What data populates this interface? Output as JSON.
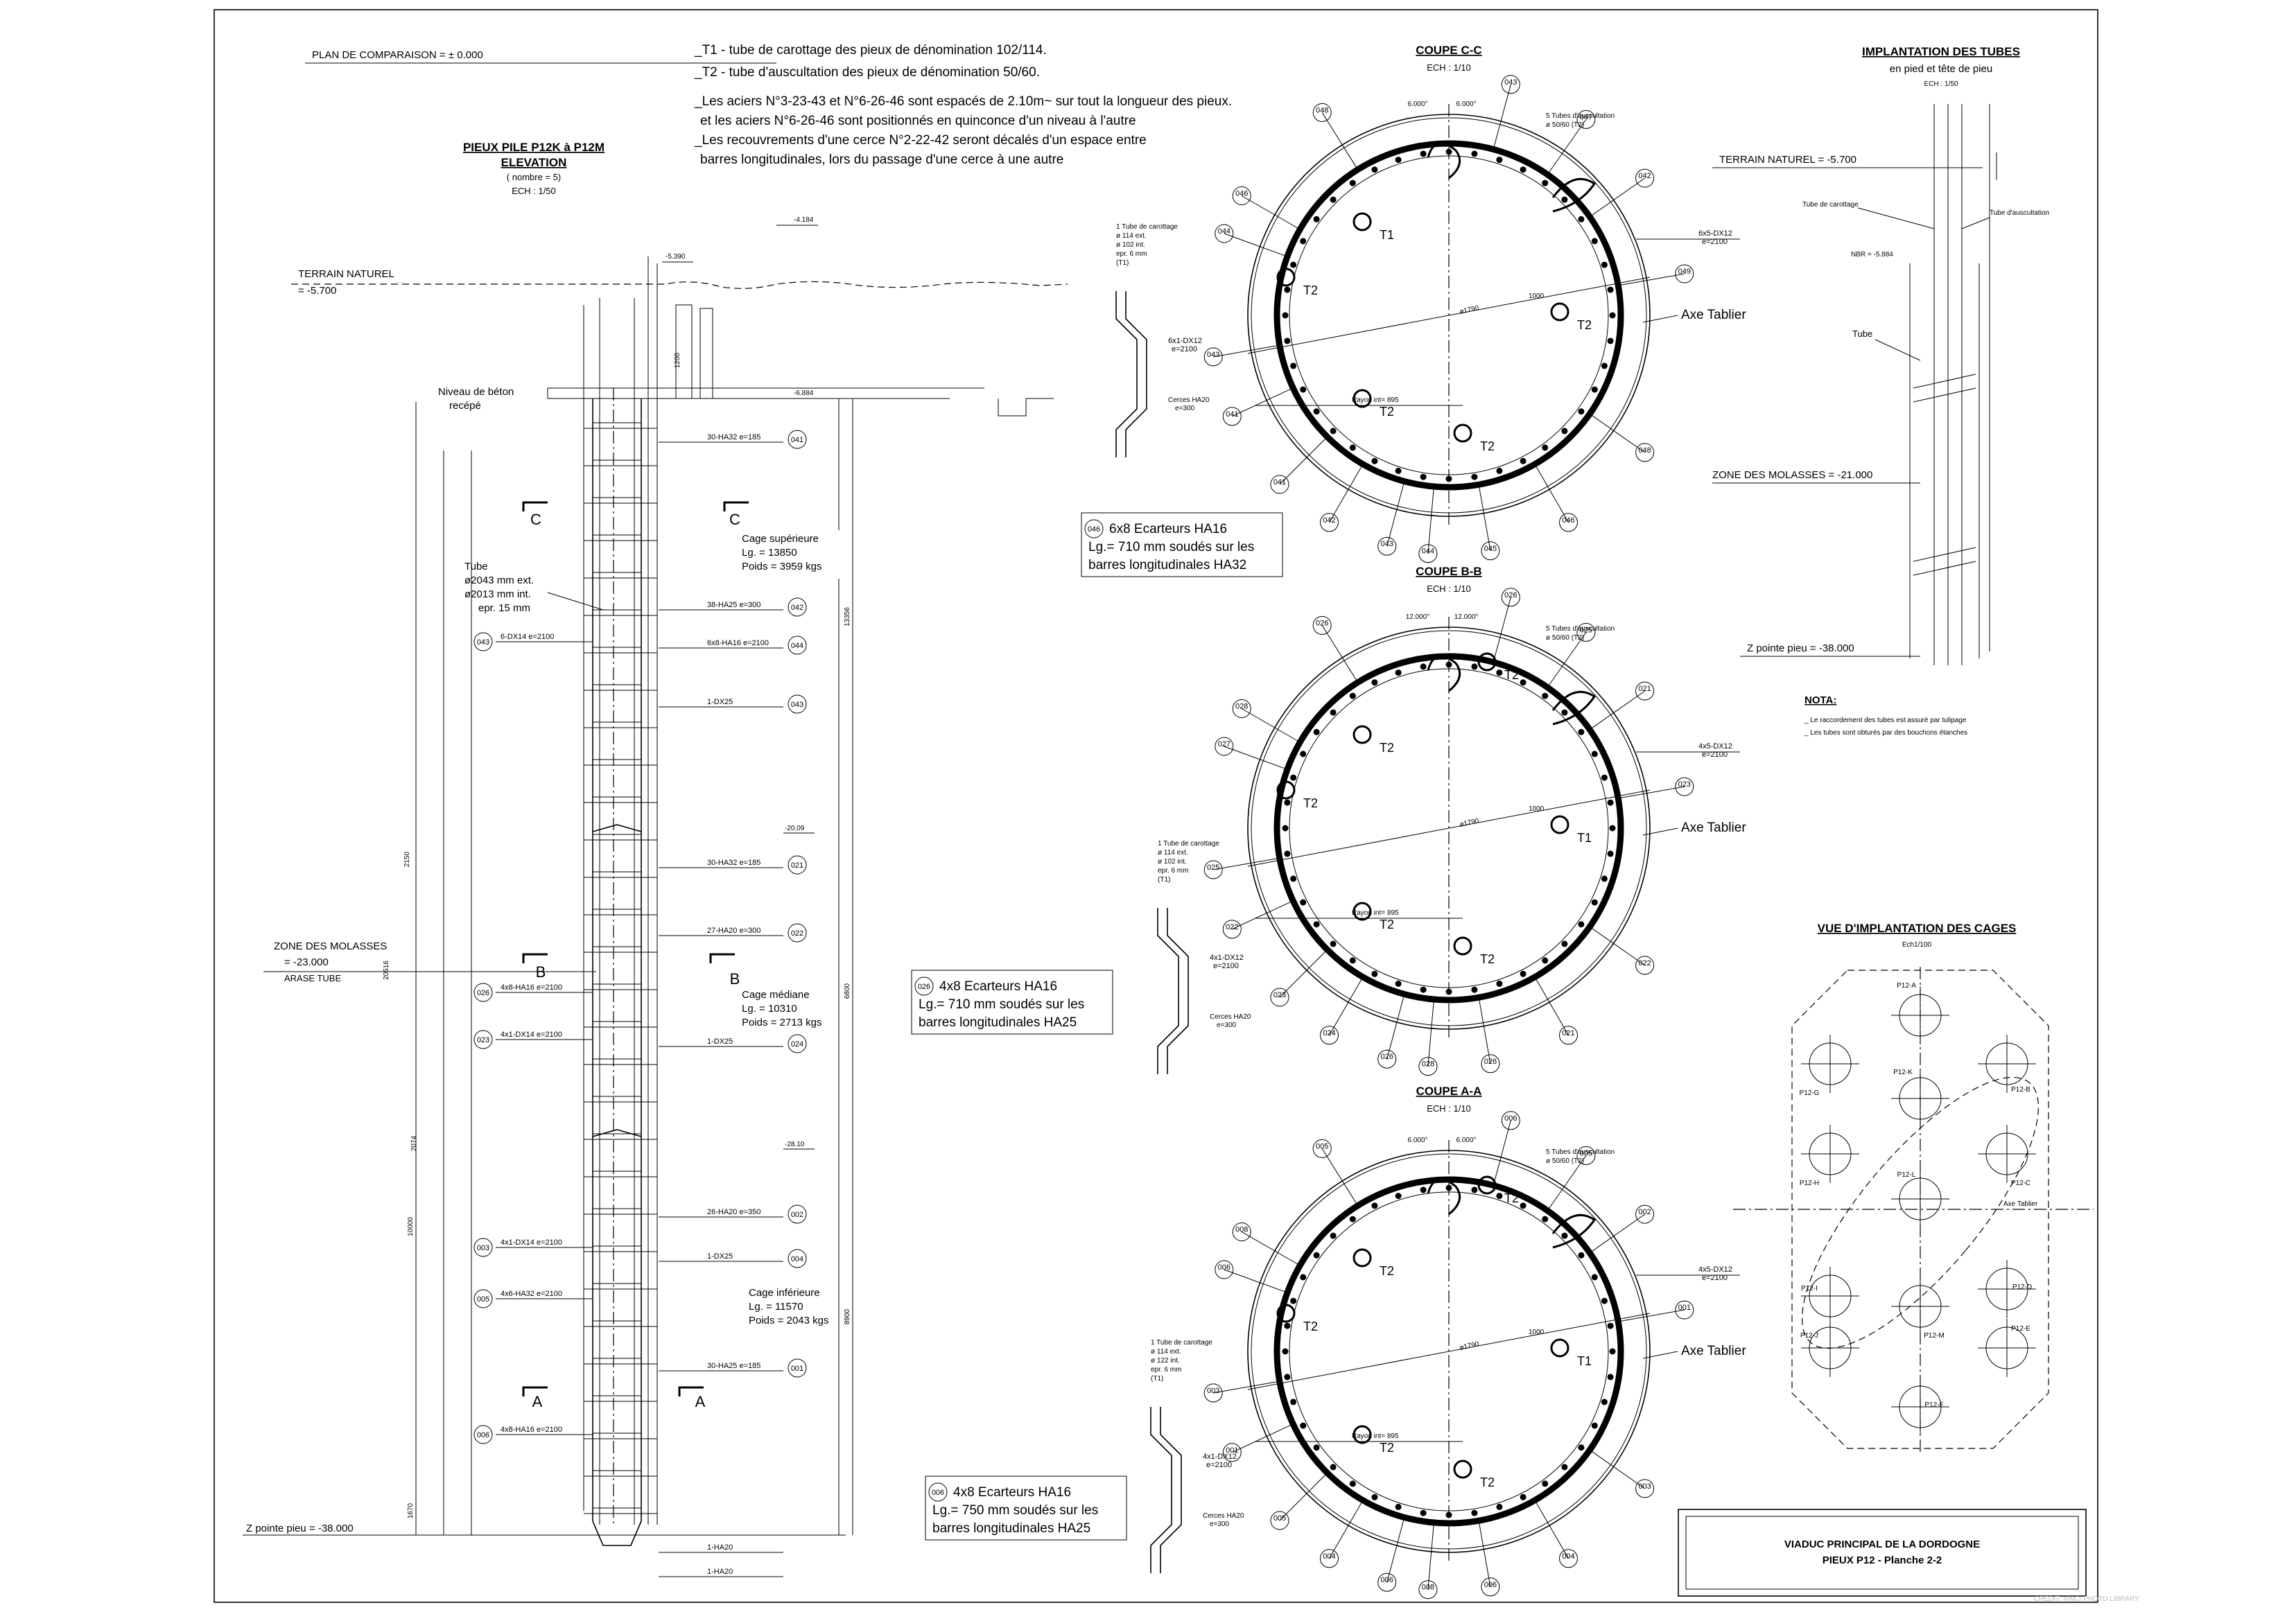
{
  "header": {
    "plan_comparaison": "PLAN DE COMPARAISON = ± 0.000",
    "title": "PIEUX PILE P12K à P12M",
    "subtitle": "ELEVATION",
    "count": "( nombre = 5)",
    "scale": "ECH : 1/50"
  },
  "notes": [
    "_T1 - tube de carottage des pieux de dénomination 102/114.",
    "_T2 - tube d'auscultation des pieux de dénomination 50/60.",
    "_Les aciers N°3-23-43 et N°6-26-46 sont espacés de 2.10m~ sur tout la longueur des pieux.",
    "et les aciers N°6-26-46 sont positionnés en quinconce d'un niveau à l'autre",
    "_Les recouvrements d'une cerce N°2-22-42 seront décalés d'un espace entre",
    "barres longitudinales, lors du passage d'une cerce à une autre"
  ],
  "elevation": {
    "terrain": [
      "TERRAIN NATUREL",
      "= -5.700"
    ],
    "molasses": [
      "ZONE DES MOLASSES",
      "= -23.000",
      "ARASE TUBE"
    ],
    "z_pointe": "Z pointe pieu = -38.000",
    "niveau_beton": [
      "Niveau de béton",
      "recépé"
    ],
    "tube": [
      "Tube",
      "ø2043 mm ext.",
      "ø2013 mm int.",
      "epr. 15 mm"
    ],
    "cage_sup": [
      "Cage supérieure",
      "Lg. = 13850",
      "Poids = 3959 kgs"
    ],
    "cage_med": [
      "Cage médiane",
      "Lg. = 10310",
      "Poids = 2713 kgs"
    ],
    "cage_inf": [
      "Cage inférieure",
      "Lg. = 11570",
      "Poids = 2043 kgs"
    ],
    "section_marks": [
      "C",
      "B",
      "A"
    ],
    "levels": [
      "-4.184",
      "-5.390",
      "-6.884",
      "-20.09",
      "-28.10"
    ],
    "right_labels": [
      "30-HA32 e=185",
      "38-HA25 e=300",
      "6x8-HA16 e=2100",
      "1-DX25",
      "30-HA32 e=185",
      "27-HA20 e=300",
      "1-DX25",
      "26-HA20 e=350",
      "1-DX25",
      "30-HA25 e=185",
      "1-HA20",
      "1-HA20"
    ],
    "right_refs": [
      "041",
      "042",
      "044",
      "043",
      "021",
      "022",
      "024",
      "002",
      "004",
      "001",
      "",
      ""
    ],
    "left_labels": [
      "6-DX14 e=2100",
      "4x8-HA16 e=2100",
      "4x1-DX14 e=2100",
      "4x1-DX14 e=2100",
      "4x6-HA32 e=2100",
      "4x8-HA16 e=2100"
    ],
    "left_refs": [
      "043",
      "026",
      "023",
      "003",
      "005",
      "006"
    ],
    "dims": [
      "13356",
      "1200",
      "2150",
      "20516",
      "10000",
      "1670",
      "8900",
      "2074",
      "6800"
    ]
  },
  "coupes": [
    {
      "title": "COUPE C-C",
      "scale": "ECH : 1/10",
      "legend": [
        "6x8 Ecarteurs HA16",
        "Lg.= 710 mm soudés sur les",
        "barres longitudinales HA32"
      ],
      "legend_ref": "046",
      "axe": "Axe Tablier",
      "tube_lbl": [
        "T1",
        "T2",
        "T2",
        "T2",
        "T2"
      ],
      "angles": [
        "6.000°",
        "6.000°"
      ],
      "bars": [
        "6x5-DX12",
        "e=2100",
        "6x1-DX12",
        "e=2100"
      ],
      "refs": [
        "048",
        "046",
        "044",
        "043",
        "041",
        "041",
        "042",
        "043",
        "044",
        "045",
        "046",
        "048",
        "049",
        "042",
        "047",
        "043"
      ],
      "details": [
        "Cerces HA20",
        "e=300",
        "Rayon int= 895",
        "ø1790",
        "1000",
        "5 Tubes d'auscultation",
        "ø 50/60 (T2)",
        "1 Tube de carottage",
        "ø 114 ext.",
        "ø 102 int.",
        "epr. 6 mm",
        "(T1)"
      ]
    },
    {
      "title": "COUPE B-B",
      "scale": "ECH : 1/10",
      "legend": [
        "4x8 Ecarteurs HA16",
        "Lg.= 710 mm soudés sur les",
        "barres longitudinales HA25"
      ],
      "legend_ref": "026",
      "axe": "Axe Tablier",
      "tube_lbl": [
        "T2",
        "T2",
        "T1",
        "T2",
        "T2",
        "T2"
      ],
      "angles": [
        "12.000°",
        "12.000°"
      ],
      "bars": [
        "4x5-DX12",
        "e=2100",
        "4x1-DX12",
        "e=2100"
      ],
      "refs": [
        "026",
        "028",
        "027",
        "025",
        "022",
        "023",
        "024",
        "026",
        "028",
        "026",
        "021",
        "022",
        "023",
        "021",
        "025",
        "026"
      ],
      "details": [
        "Cerces HA20",
        "e=300",
        "Rayon int= 895",
        "ø1790",
        "1000",
        "5 Tubes d'auscultation",
        "ø 50/60 (T2)",
        "1 Tube de carottage",
        "ø 114 ext.",
        "ø 102 int.",
        "epr. 6 mm",
        "(T1)"
      ]
    },
    {
      "title": "COUPE A-A",
      "scale": "ECH : 1/10",
      "legend": [
        "4x8 Ecarteurs HA16",
        "Lg.= 750 mm soudés sur les",
        "barres longitudinales HA25"
      ],
      "legend_ref": "006",
      "axe": "Axe Tablier",
      "tube_lbl": [
        "T2",
        "T2",
        "T1",
        "T2",
        "T2",
        "T2"
      ],
      "angles": [
        "6.000°",
        "6.000°"
      ],
      "bars": [
        "4x5-DX12",
        "e=2100",
        "4x1-DX12",
        "e=2100"
      ],
      "refs": [
        "005",
        "008",
        "006",
        "003",
        "001",
        "005",
        "004",
        "006",
        "008",
        "006",
        "004",
        "003",
        "001",
        "002",
        "005",
        "006"
      ],
      "details": [
        "Cerces HA20",
        "e=300",
        "Rayon int= 895",
        "ø1790",
        "1000",
        "5 Tubes d'auscultation",
        "ø 50/60 (T2)",
        "1 Tube de carottage",
        "ø 114 ext.",
        "ø 122 int.",
        "epr. 6 mm",
        "(T1)"
      ]
    }
  ],
  "implantation": {
    "title": "IMPLANTATION DES TUBES",
    "subtitle": "en pied et tête de pieu",
    "scale": "ECH : 1/50",
    "terrain": "TERRAIN NATUREL = -5.700",
    "molasses": "ZONE DES MOLASSES = -21.000",
    "z_pointe": "Z pointe pieu = -38.000",
    "tube_carottage": "Tube de carottage",
    "tube_auscultation": "Tube d'auscultation",
    "tube": "Tube",
    "nbr": "NBR = -5.884"
  },
  "nota": {
    "title": "NOTA:",
    "lines": [
      "_ Le raccordement des tubes est assuré par tulipage",
      "_ Les tubes sont obturés par des bouchons étanches"
    ]
  },
  "cages": {
    "title": "VUE D'IMPLANTATION DES CAGES",
    "scale": "Ech1/100",
    "labels": [
      "P12-A",
      "P12-G",
      "P12-B",
      "P12-K",
      "P12-H",
      "P12-L",
      "P12-C",
      "P12-I",
      "P12-D",
      "P12-J",
      "P12-M",
      "P12-E",
      "P12-F"
    ],
    "axe": "Axe Tablier"
  },
  "title_block": {
    "line1": "VIADUC PRINCIPAL DE LA DORDOGNE",
    "line2": "PIEUX P12 - Planche 2-2"
  },
  "credit": "CREDIT: VINCI PHOTO LIBRARY"
}
